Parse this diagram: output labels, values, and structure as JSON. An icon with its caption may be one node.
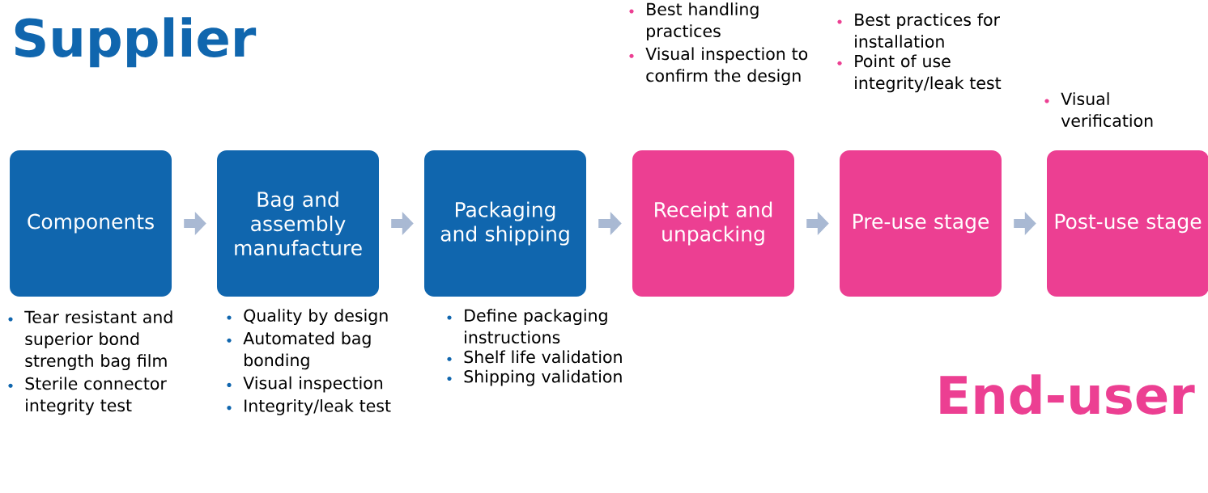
{
  "diagram": {
    "nodes": [
      {
        "text": [
          "Components"
        ],
        "beside": [
          "Tear resistant and superior bond strength bag film",
          "Sterile connector integrity test"
        ]
      },
      {
        "text": [
          "Bag and assembly manufacture"
        ],
        "beside": [
          "Quality by design",
          "Automated bag bonding",
          "Visual inspection",
          "Integrity/leak test"
        ]
      },
      {
        "text": [
          "Packaging and shipping"
        ],
        "beside": [
          "Define packaging instructions",
          "Shelf life validation",
          "Shipping validation"
        ]
      },
      {
        "text": [
          "Receipt and unpacking"
        ],
        "beside": [
          "Best handling practices",
          "Visual inspection to confirm the design"
        ]
      },
      {
        "text": [
          "Pre-use stage"
        ],
        "beside": [
          "Best practices for installation",
          "Point of use integrity/leak test"
        ]
      },
      {
        "text": [
          "Post-use stage"
        ],
        "beside": [
          "Visual verification"
        ]
      }
    ],
    "edges": [
      {
        "from": 0,
        "to": 1,
        "arrow": "to"
      },
      {
        "from": 1,
        "to": 2,
        "arrow": "to"
      },
      {
        "from": 2,
        "to": 3,
        "arrow": "to"
      },
      {
        "from": 3,
        "to": 4,
        "arrow": "to"
      },
      {
        "from": 4,
        "to": 5,
        "arrow": "to"
      }
    ],
    "labels": [
      "Supplier",
      "End-user"
    ]
  }
}
